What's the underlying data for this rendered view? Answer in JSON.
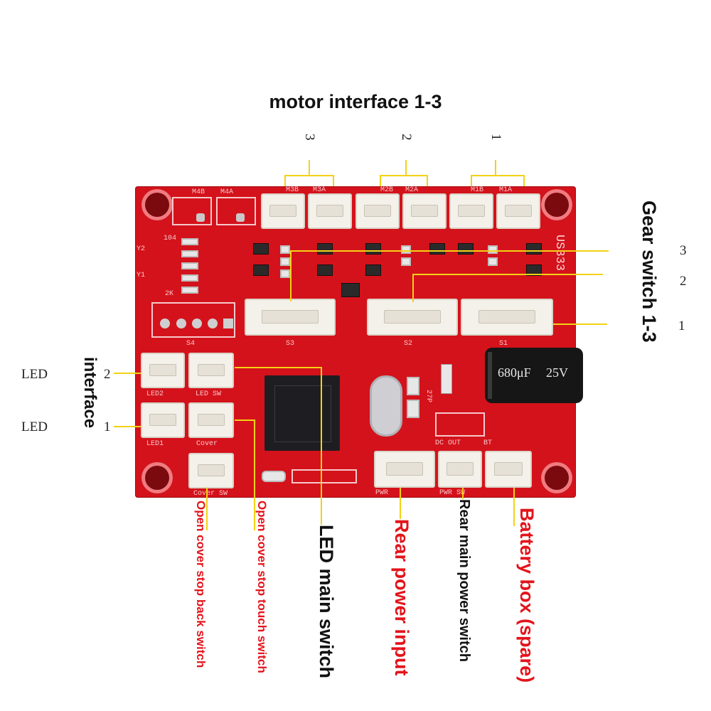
{
  "title": "motor interface 1-3",
  "motor_numbers": [
    "3",
    "2",
    "1"
  ],
  "gear_switch": {
    "label": "Gear switch 1-3",
    "numbers": [
      "3",
      "2",
      "1"
    ]
  },
  "led_interface": {
    "label": "interface",
    "rows": [
      {
        "label": "LED",
        "number": "2"
      },
      {
        "label": "LED",
        "number": "1"
      }
    ]
  },
  "bottom_labels": {
    "open_cover_back": "Open cover stop back switch",
    "open_cover_touch": "Open cover stop touch switch",
    "led_main_switch": "LED main switch",
    "rear_power_input": "Rear power input",
    "rear_main_power_switch": "Rear main power switch",
    "battery_box": "Battery box (spare)"
  },
  "board": {
    "model": "US333",
    "silkscreen": {
      "m4b": "M4B",
      "m4a": "M4A",
      "m3b": "M3B",
      "m3a": "M3A",
      "m2b": "M2B",
      "m2a": "M2A",
      "m1b": "M1B",
      "m1a": "M1A",
      "s3": "S3",
      "s2": "S2",
      "s1": "S1",
      "s4": "S4",
      "led2": "LED2",
      "led_sw": "LED SW",
      "led1": "LED1",
      "cover": "Cover",
      "cover_sw": "Cover SW",
      "pwr": "PWR",
      "pwr_sw": "PWR SW",
      "dc_out": "DC OUT",
      "bt": "BT",
      "y1": "Y1",
      "y2": "Y2",
      "r2k": "2K",
      "c104": "104",
      "c27p": "27P"
    },
    "capacitor": {
      "value": "680μF",
      "voltage": "25V"
    }
  },
  "colors": {
    "board_red": "#d4121b",
    "leader_yellow": "#f3d214",
    "label_red": "#e3141b"
  }
}
